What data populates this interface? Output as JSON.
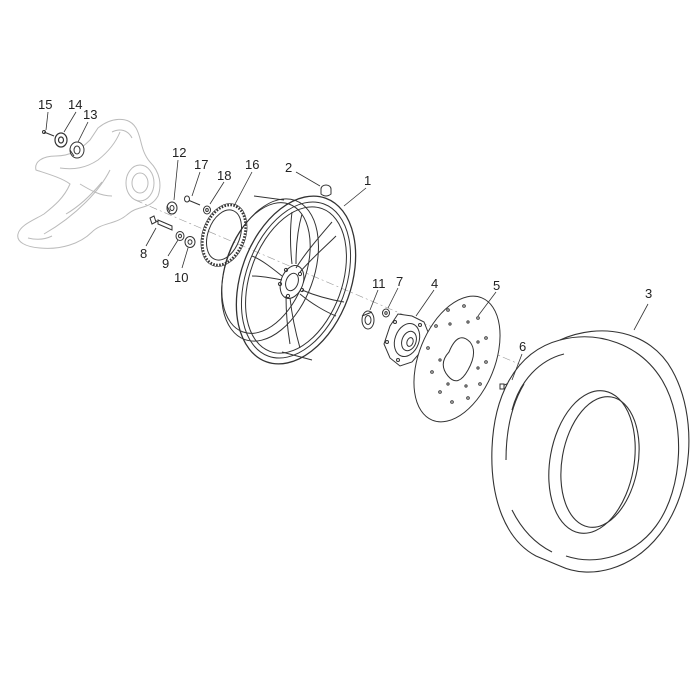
{
  "diagram": {
    "colors": {
      "line": "#333333",
      "light_line": "#bbbbbb",
      "fill": "#ffffff"
    },
    "callouts": [
      {
        "id": "callout-1",
        "text": "1"
      },
      {
        "id": "callout-2",
        "text": "2"
      },
      {
        "id": "callout-3",
        "text": "3"
      },
      {
        "id": "callout-4",
        "text": "4"
      },
      {
        "id": "callout-5",
        "text": "5"
      },
      {
        "id": "callout-6",
        "text": "6"
      },
      {
        "id": "callout-7",
        "text": "7"
      },
      {
        "id": "callout-8",
        "text": "8"
      },
      {
        "id": "callout-9",
        "text": "9"
      },
      {
        "id": "callout-10",
        "text": "10"
      },
      {
        "id": "callout-11",
        "text": "11"
      },
      {
        "id": "callout-12",
        "text": "12"
      },
      {
        "id": "callout-13",
        "text": "13"
      },
      {
        "id": "callout-14",
        "text": "14"
      },
      {
        "id": "callout-15",
        "text": "15"
      },
      {
        "id": "callout-16",
        "text": "16"
      },
      {
        "id": "callout-17",
        "text": "17"
      },
      {
        "id": "callout-18",
        "text": "18"
      }
    ]
  }
}
